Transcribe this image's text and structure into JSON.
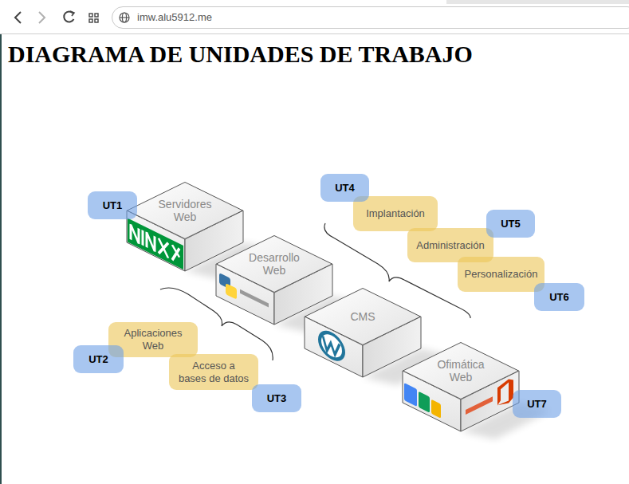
{
  "diagram": {
    "title": "DIAGRAMA DE UNIDADES DE TRABAJO",
    "nodes": [
      {
        "text": [
          "UT4"
        ]
      },
      {
        "text": [
          "Servidores Web"
        ]
      },
      {
        "text": [
          "UT1"
        ]
      },
      {
        "text": [
          "Implantación"
        ]
      },
      {
        "text": [
          "UT5"
        ]
      },
      {
        "text": [
          "Administración"
        ]
      },
      {
        "text": [
          "Desarrollo Web"
        ]
      },
      {
        "text": [
          "Personalización"
        ]
      },
      {
        "text": [
          "UT6"
        ]
      },
      {
        "text": [
          "CMS"
        ]
      },
      {
        "text": [
          "Aplicaciones Web"
        ]
      },
      {
        "text": [
          "Ofimática Web"
        ]
      },
      {
        "text": [
          "UT2"
        ]
      },
      {
        "text": [
          "Acceso a bases de datos"
        ]
      },
      {
        "text": [
          "UT3"
        ]
      },
      {
        "text": [
          "UT7"
        ]
      }
    ],
    "labels": [
      "imw.alu5912.me"
    ]
  }
}
